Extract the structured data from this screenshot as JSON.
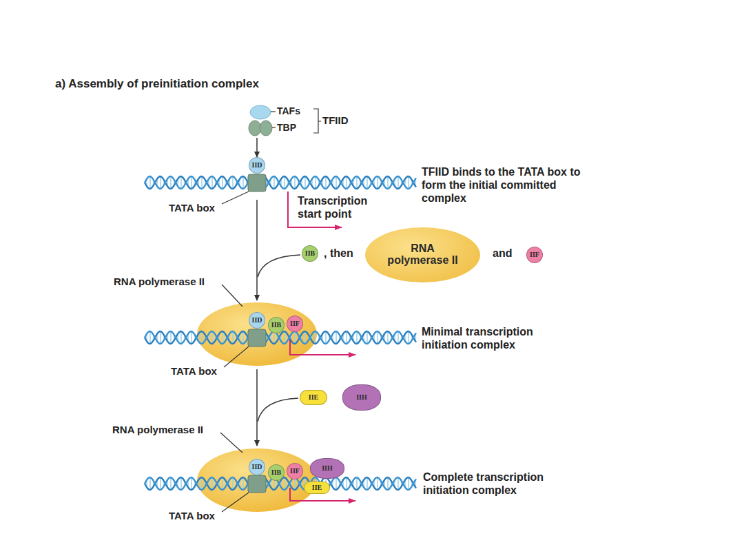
{
  "diagram": {
    "title": "a) Assembly of preinitiation complex",
    "nodes": [
      {
        "text": [
          "IID"
        ]
      },
      {
        "text": [
          "IIB"
        ]
      },
      {
        "text": [
          "RNA polymerase II"
        ]
      },
      {
        "text": [
          "IIF"
        ]
      },
      {
        "text": [
          "IID"
        ]
      },
      {
        "text": [
          "IIB"
        ]
      },
      {
        "text": [
          "IIF"
        ]
      },
      {
        "text": [
          "IIE"
        ]
      },
      {
        "text": [
          "IIH"
        ]
      },
      {
        "text": [
          "IID"
        ]
      },
      {
        "text": [
          "IIB"
        ]
      },
      {
        "text": [
          "IIF"
        ]
      },
      {
        "text": [
          "IIH"
        ]
      },
      {
        "text": [
          "IIE"
        ]
      }
    ],
    "labels": [
      "TAFs",
      "TBP",
      "TFIID",
      "TFIID binds to the TATA box to form the initial committed complex",
      "TATA box",
      "Transcription start point",
      ", then",
      "and",
      "RNA polymerase II",
      "Minimal transcription initiation complex",
      "TATA box",
      "RNA polymerase II",
      "Complete transcription initiation complex",
      "TATA box"
    ]
  }
}
